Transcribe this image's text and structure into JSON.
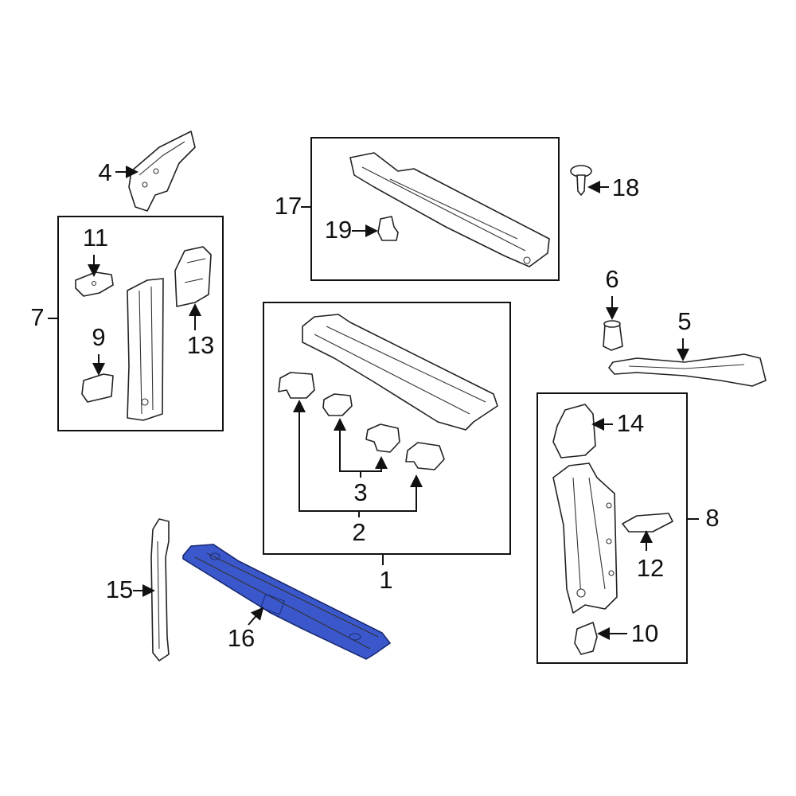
{
  "diagram": {
    "highlight_color": "#3a58cc",
    "callouts": {
      "c1": "1",
      "c2": "2",
      "c3": "3",
      "c4": "4",
      "c5": "5",
      "c6": "6",
      "c7": "7",
      "c8": "8",
      "c9": "9",
      "c10": "10",
      "c11": "11",
      "c12": "12",
      "c13": "13",
      "c14": "14",
      "c15": "15",
      "c16": "16",
      "c17": "17",
      "c18": "18",
      "c19": "19"
    },
    "highlighted_part": "16"
  }
}
